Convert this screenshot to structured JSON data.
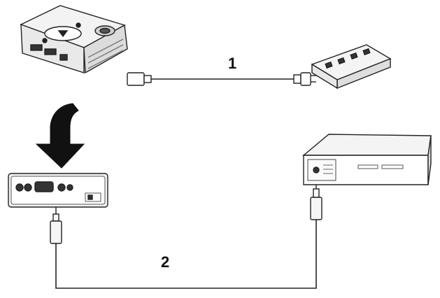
{
  "diagram": {
    "callouts": [
      {
        "id": "1",
        "text": "1"
      },
      {
        "id": "2",
        "text": "2"
      }
    ],
    "icons": [
      "projector-icon",
      "power-cord-icon",
      "power-strip-icon",
      "down-arrow-icon",
      "projector-rear-panel-icon",
      "video-cable-icon",
      "video-device-icon"
    ]
  }
}
